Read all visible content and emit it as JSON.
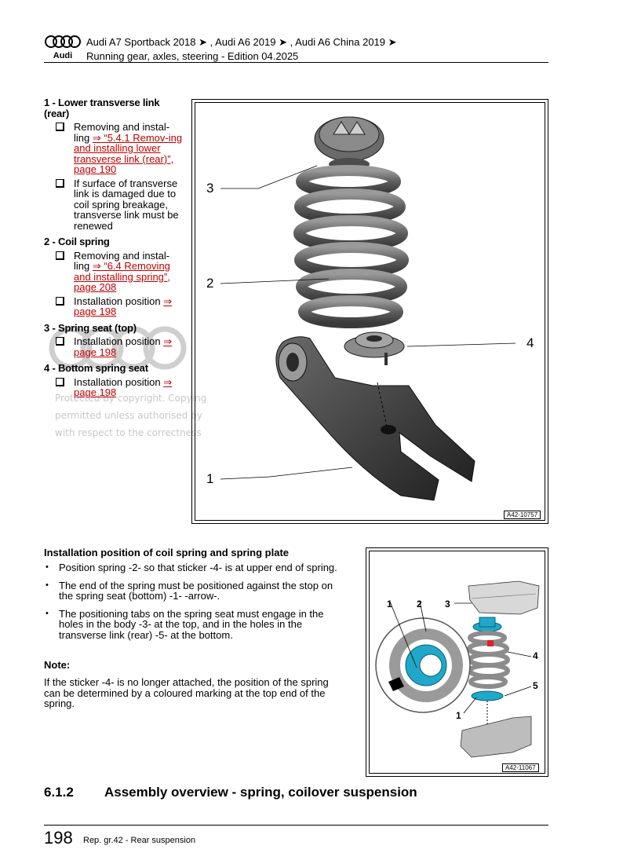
{
  "header": {
    "brand": "Audi",
    "line1": "Audi A7 Sportback 2018 ➤ , Audi A6 2019 ➤ , Audi A6 China 2019 ➤",
    "line2": "Running gear, axles, steering - Edition 04.2025"
  },
  "legend": {
    "items": [
      {
        "title": "1 - Lower transverse link (rear)",
        "entries": [
          {
            "text": "Removing and instal-ling ",
            "link": "⇒ “5.4.1 Remov-ing and installing lower transverse link (rear)”, page 190"
          },
          {
            "text": "If surface of transverse link is damaged due to coil spring breakage, transverse link must be renewed",
            "link": ""
          }
        ]
      },
      {
        "title": "2 - Coil spring",
        "entries": [
          {
            "text": "Removing and instal-ling ",
            "link": "⇒ “6.4 Removing and installing spring”, page 208"
          },
          {
            "text": "Installation position ",
            "link": "⇒ page 198"
          }
        ]
      },
      {
        "title": "3 - Spring seat (top)",
        "entries": [
          {
            "text": "Installation position ",
            "link": "⇒ page 198"
          }
        ]
      },
      {
        "title": "4 - Bottom spring seat",
        "entries": [
          {
            "text": "Installation position ",
            "link": "⇒ page 198"
          }
        ]
      }
    ]
  },
  "watermark": {
    "line1": "Protected by copyright. Copying",
    "line2": "permitted unless authorised by",
    "line3": "with respect to the correctness"
  },
  "figure_main": {
    "id": "A42-10757",
    "callouts": [
      "1",
      "2",
      "3",
      "4"
    ]
  },
  "install": {
    "heading": "Installation position of coil spring and spring plate",
    "bullets": [
      "Position spring -2- so that sticker -4- is at upper end of spring.",
      "The end of the spring must be positioned against the stop on the spring seat (bottom) -1- -arrow-.",
      "The positioning tabs on the spring seat must engage in the holes in the body -3- at the top, and in the holes in the transverse link (rear) -5- at the bottom."
    ],
    "note_heading": "Note:",
    "note_text": "If the sticker -4- is no longer attached, the position of the spring can be determined by a coloured marking at the top end of the spring."
  },
  "figure_2": {
    "id": "A42-11067",
    "callouts": [
      "1",
      "2",
      "3",
      "4",
      "5",
      "1"
    ]
  },
  "subsection": {
    "number": "6.1.2",
    "title": "Assembly overview - spring, coilover suspension"
  },
  "footer": {
    "page": "198",
    "text": "Rep. gr.42 - Rear suspension"
  },
  "colors": {
    "link": "#c00000",
    "accent_cyan": "#1fa8c9",
    "sticker_red": "#e0202a"
  }
}
